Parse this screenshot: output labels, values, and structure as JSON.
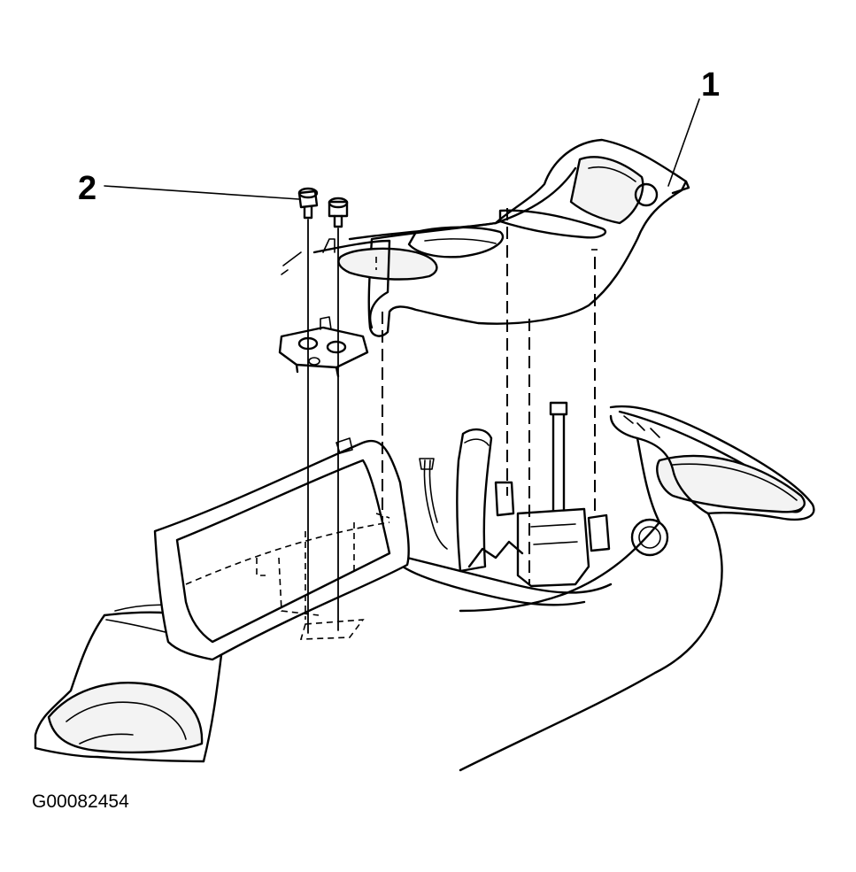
{
  "callouts": {
    "part1": "1",
    "part2": "2"
  },
  "figure_id": "G00082454"
}
